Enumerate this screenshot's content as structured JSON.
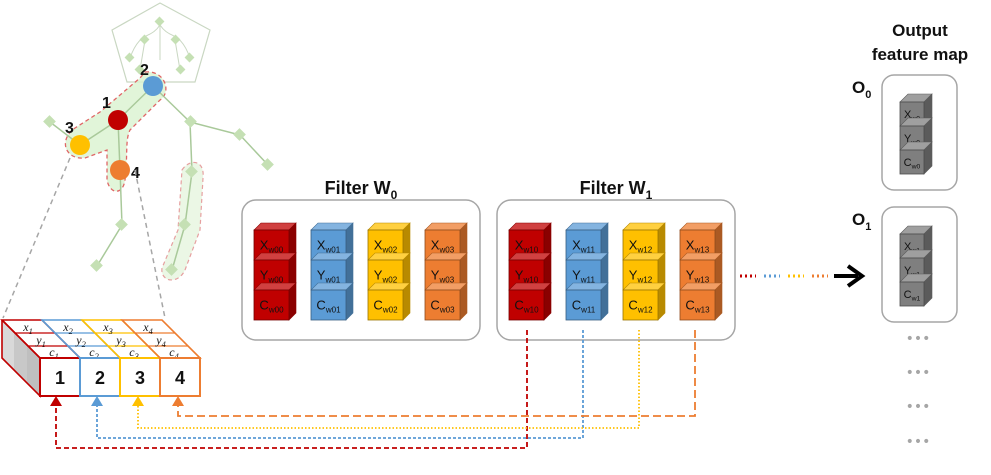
{
  "skeleton": {
    "joint_labels": [
      "1",
      "2",
      "3",
      "4"
    ],
    "joint_colors": [
      "#c00000",
      "#5b9bd5",
      "#ffc000",
      "#ed7d31"
    ]
  },
  "input_tensor": {
    "columns": [
      {
        "index": "1",
        "x_label": "x1",
        "y_label": "y1",
        "c_label": "c1",
        "color": "#c00000"
      },
      {
        "index": "2",
        "x_label": "x2",
        "y_label": "y2",
        "c_label": "c2",
        "color": "#5b9bd5"
      },
      {
        "index": "3",
        "x_label": "x3",
        "y_label": "y3",
        "c_label": "c3",
        "color": "#ffc000"
      },
      {
        "index": "4",
        "x_label": "x4",
        "y_label": "y4",
        "c_label": "c4",
        "color": "#ed7d31"
      }
    ]
  },
  "filters": [
    {
      "title": "Filter W",
      "title_sub": "0",
      "columns": [
        {
          "sub": "w00",
          "color": "#c00000"
        },
        {
          "sub": "w01",
          "color": "#5b9bd5"
        },
        {
          "sub": "w02",
          "color": "#ffc000"
        },
        {
          "sub": "w03",
          "color": "#ed7d31"
        }
      ]
    },
    {
      "title": "Filter W",
      "title_sub": "1",
      "columns": [
        {
          "sub": "w10",
          "color": "#c00000"
        },
        {
          "sub": "w11",
          "color": "#5b9bd5"
        },
        {
          "sub": "w12",
          "color": "#ffc000"
        },
        {
          "sub": "w13",
          "color": "#ed7d31"
        }
      ]
    }
  ],
  "cell_letters": [
    "X",
    "Y",
    "C"
  ],
  "output": {
    "title_line1": "Output",
    "title_line2": "feature map",
    "maps": [
      {
        "label": "O",
        "label_sub": "0",
        "cell_sub": "w0"
      },
      {
        "label": "O",
        "label_sub": "1",
        "cell_sub": "w1"
      }
    ],
    "ellipsis": "•••"
  },
  "colors": {
    "red": "#c00000",
    "blue": "#5b9bd5",
    "yellow": "#ffc000",
    "orange": "#ed7d31",
    "gray_cube": "#7f7f7f",
    "box_border": "#a6a6a6",
    "skeleton_line": "#a9c99a",
    "skeleton_node": "#c5e0b4"
  }
}
